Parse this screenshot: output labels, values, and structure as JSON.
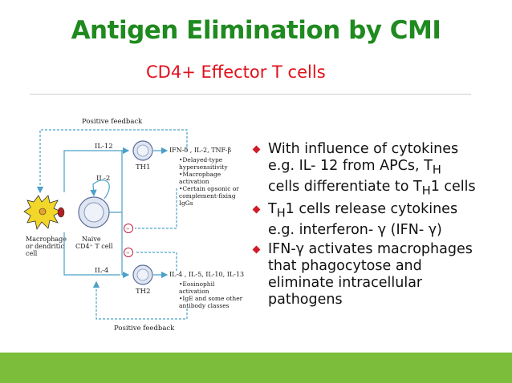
{
  "slide": {
    "title": "Antigen Elimination by CMI",
    "subtitle": "CD4+ Effector T cells",
    "colors": {
      "title": "#1f8a1f",
      "subtitle": "#e0101c",
      "footer": "#7cbe3c",
      "bullet": "#d01a2a",
      "arrow": "#4aa0c8"
    }
  },
  "diagram": {
    "positive_feedback_top": "Positive feedback",
    "positive_feedback_bottom": "Positive feedback",
    "il12": "IL-12",
    "il2": "IL-2",
    "il4": "IL-4",
    "th1_label": "TH1",
    "th2_label": "TH2",
    "macrophage_label_1": "Macrophage",
    "macrophage_label_2": "or dendritic",
    "macrophage_label_3": "cell",
    "naive_label_1": "Naive",
    "naive_label_2": "CD4⁺ T cell",
    "th1_cytokines": "IFN-δ , IL-2, TNF-β",
    "th1_effects": [
      "•Delayed-type",
      " hypersensitivity",
      "•Macrophage",
      " activation",
      "•Certain opsonic or",
      " complement-fixing",
      " IgGs"
    ],
    "th2_cytokines": "IL-4 , IL-5, IL-10, IL-13",
    "th2_effects": [
      "•Eosinophil",
      " activation",
      "•IgE and some other",
      " antibody classes"
    ],
    "inhibit_symbol": "–"
  },
  "bullets": {
    "b1_line1": "With influence of cytokines",
    "b1_line2_pre": "e.g. IL- 12 from APCs, T",
    "b1_line2_sub": "H",
    "b1_line3_pre": "cells differentiate to T",
    "b1_line3_sub": "H",
    "b1_line3_post": "1 cells",
    "b2_line1_pre": "T",
    "b2_line1_sub": "H",
    "b2_line1_post": "1 cells release cytokines",
    "b2_line2": "e.g. interferon- γ (IFN- γ)",
    "b3_line1": "IFN-γ activates macrophages",
    "b3_line2": "that phagocytose and",
    "b3_line3": "eliminate intracellular",
    "b3_line4": "pathogens"
  }
}
